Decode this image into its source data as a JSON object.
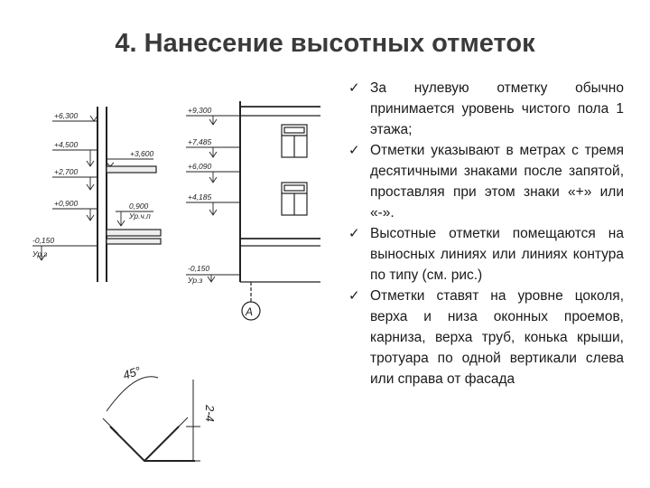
{
  "title": "4. Нанесение высотных отметок",
  "bullets": [
    {
      "icon": "check-icon",
      "text": "За нулевую отметку обычно принимается уровень чистого пола 1 этажа;"
    },
    {
      "icon": "check-icon",
      "text": "Отметки указывают в метрах с тремя десятичными знаками после запятой, проставляя при этом знаки «+» или «-»."
    },
    {
      "icon": "check-icon",
      "text": "Высотные отметки помещаются на выносных линиях или линиях контура по типу (см. рис.)"
    },
    {
      "icon": "check-icon",
      "text": "Отметки ставят на уровне цоколя, верха и низа оконных проемов, карниза, верха труб, конька крыши, тротуара по одной вертикали слева или справа от фасада"
    }
  ],
  "drawing": {
    "left_section_marks": [
      "+6,300",
      "+4,500",
      "+2,700",
      "+0,900",
      "-0,150",
      "Ур.з"
    ],
    "left_section_right_marks": [
      "+3,600",
      "0,900",
      "Ур.ч.п"
    ],
    "facade_marks": [
      "+9,300",
      "+7,485",
      "+6,090",
      "+4,185",
      "-0,150",
      "Ур.з"
    ],
    "axis_label": "А",
    "detail_angle": "45°",
    "detail_dim": "2-4"
  }
}
